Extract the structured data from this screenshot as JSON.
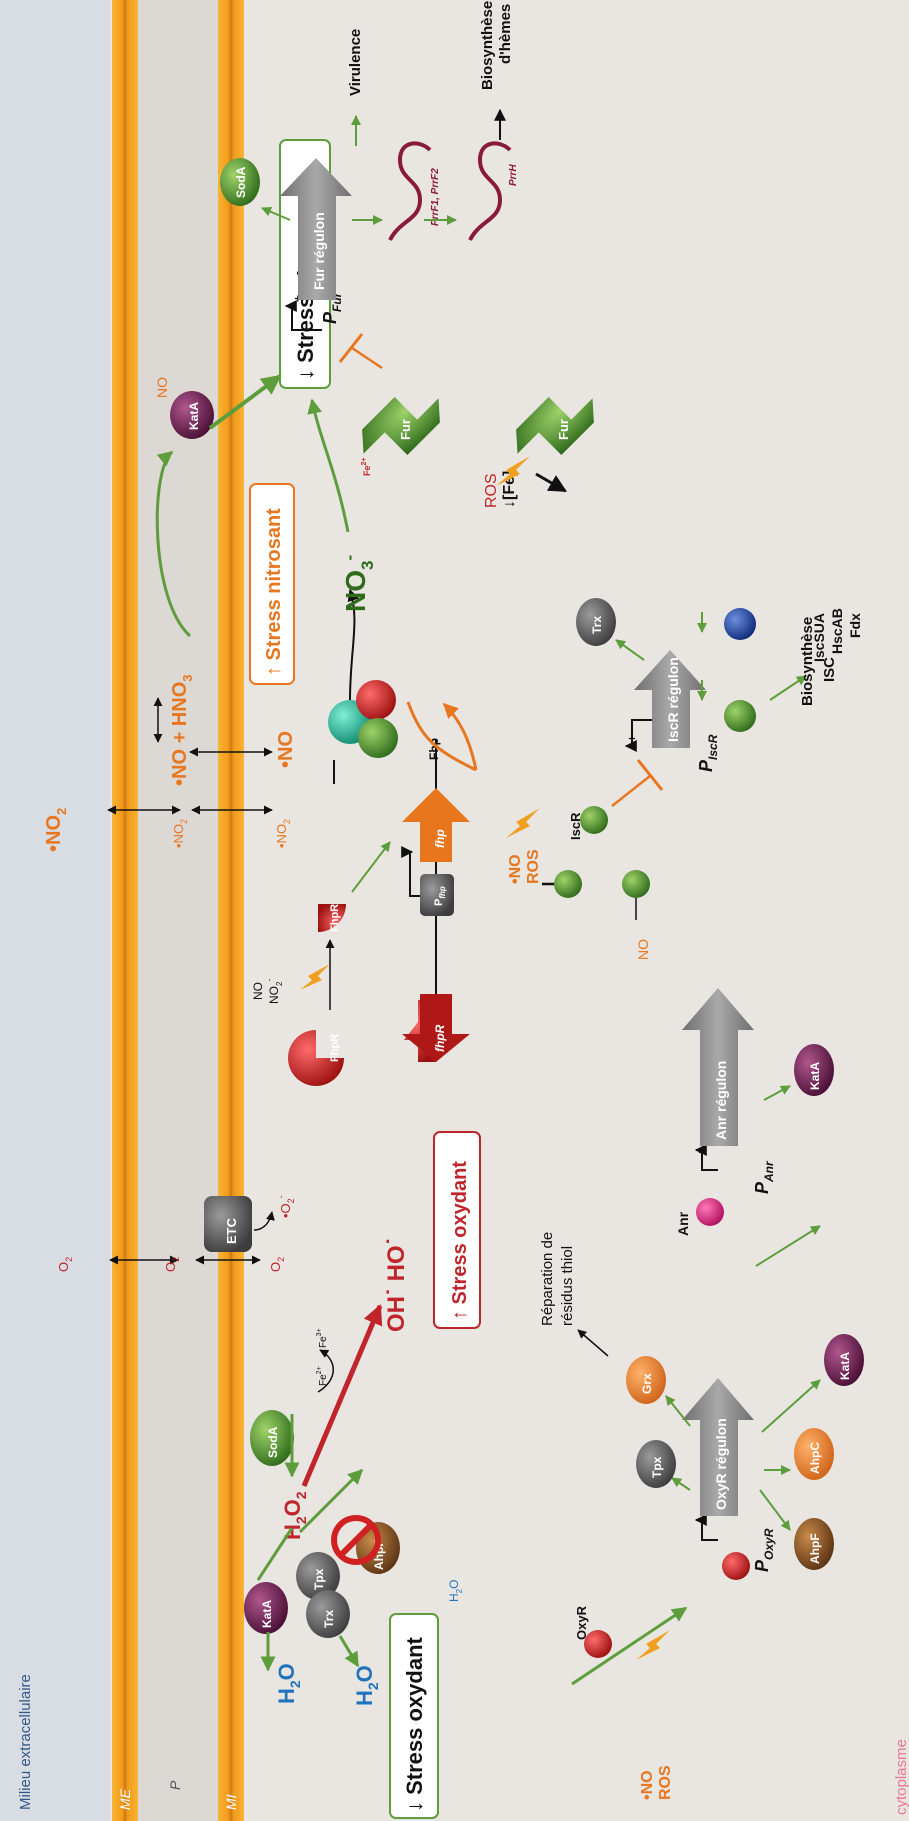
{
  "compartments": {
    "extracellular": "Milieu extracellulaire",
    "outer_membrane": "ME",
    "periplasm": "P",
    "inner_membrane": "MI",
    "cytoplasm": "cytoplasme"
  },
  "colors": {
    "membrane": "#f6a21e",
    "membrane_dark": "#c46f0c",
    "red": "#c0252b",
    "orange": "#e8761f",
    "blue": "#1f74bd",
    "green": "#5e9d3b",
    "grey": "#8a8a8a"
  },
  "top_species": {
    "o2": "O",
    "o2_sub": "2",
    "no2_dot": "•NO",
    "no2_sub": "2",
    "no_dot": "•NO",
    "hno3": " + HNO",
    "hno3_sub": "3",
    "no_label": "NO",
    "no3": "NO",
    "no3_sub": "3",
    "no3_sup": "-",
    "sod_sup": "•O",
    "sod_sup_sub": "2",
    "sod_sup_sup": "-"
  },
  "oxidative": {
    "h2o2": "H",
    "h2o2_sub1": "2",
    "h2o2_o": "O",
    "h2o2_sub2": "2",
    "h2o_a": "H",
    "h2o_a_sub": "2",
    "h2o_a_o": "O",
    "h2o_b": "H",
    "h2o_b_sub": "2",
    "h2o_b_o": "O",
    "h2o_small": "H",
    "h2o_small_sub": "2",
    "h2o_small_o": "O",
    "oh_rad": "OH˙ HO˙",
    "fe2": "Fe",
    "fe2_sup": "2+",
    "fe3": "Fe",
    "fe3_sup": "3+",
    "stress_up": "↑ Stress oxydant",
    "stress_down": "↓ Stress oxydant"
  },
  "nitrosative": {
    "stress_up": "↑ Stress nitrosant",
    "stress_down": "↓ Stress nitrosant"
  },
  "proteins": {
    "katA": "KatA",
    "tpx": "Tpx",
    "trx": "Trx",
    "ahpF": "AhpF",
    "ahpC": "AhpC",
    "sodA": "SodA",
    "etc": "ETC",
    "grx": "Grx",
    "fhpR": "FhpR",
    "fur": "Fur",
    "fur_fe": "Fe",
    "fur_fe_sup": "2+",
    "iscR": "IscR",
    "anr": "Anr",
    "oxyR": "OxyR",
    "fhp": "Fhp"
  },
  "genes": {
    "fhpR": "fhpR",
    "fhp": "fhp",
    "p_fhp": "P",
    "p_fhp_sub": "fhp"
  },
  "regulons": {
    "oxyR": "OxyR régulon",
    "anr": "Anr régulon",
    "iscR": "IscR régulon",
    "fur": "Fur régulon",
    "plus": "+"
  },
  "promoters": {
    "oxyR": "P",
    "oxyR_sub": "OxyR",
    "anr": "P",
    "anr_sub": "Anr",
    "iscR": "P",
    "iscR_sub": "IscR",
    "fur": "P",
    "fur_sub": "Fur"
  },
  "triggers": {
    "no_ros_line1": "•NO",
    "no_ros_line2": "ROS",
    "no_label_small": "NO",
    "no2_trig": "NO",
    "no2_trig_b": "NO",
    "no2_trig_b_sub": "2",
    "no2_trig_b_sup": "-",
    "ros": "ROS",
    "fe_decrease": "↓[Fe]"
  },
  "outputs": {
    "thiol_line1": "Réparation de",
    "thiol_line2": "résidus thiol",
    "isc_line1": "Biosynthèse",
    "isc_line2": "ISC",
    "isc_proteins_1": "IscSUA",
    "isc_proteins_2": "HscAB",
    "isc_proteins_3": "Fdx",
    "virulence": "Virulence",
    "heme_line1": "Biosynthèse",
    "heme_line2": "d'hèmes",
    "prrF": "PrrF1, PrrF2",
    "prrH": "PrrH"
  }
}
